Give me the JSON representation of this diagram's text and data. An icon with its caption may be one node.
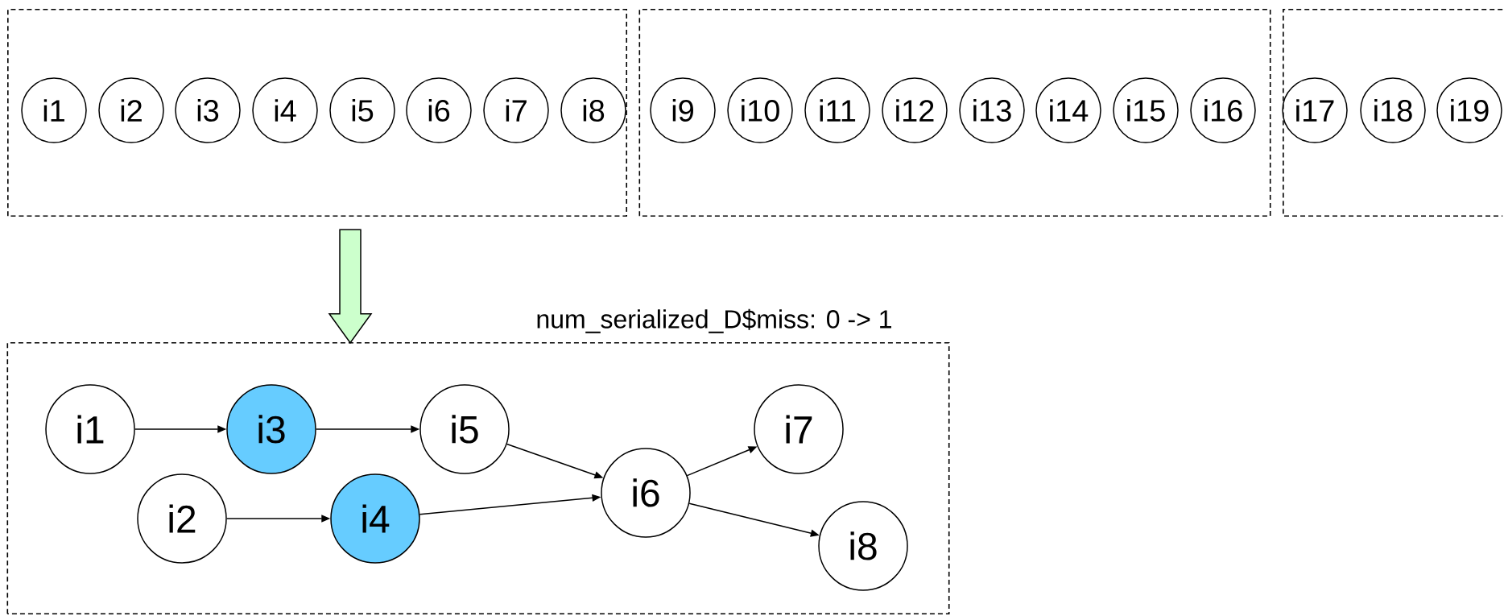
{
  "diagram": {
    "nodes": [
      {
        "text": [],
        "shape": "box"
      },
      {
        "text": [
          "i1"
        ],
        "in": 0
      },
      {
        "text": [
          "i2"
        ],
        "in": 0
      },
      {
        "text": [
          "i3"
        ],
        "in": 0
      },
      {
        "text": [
          "i4"
        ],
        "in": 0
      },
      {
        "text": [
          "i5"
        ],
        "in": 0
      },
      {
        "text": [
          "i6"
        ],
        "in": 0
      },
      {
        "text": [
          "i7"
        ],
        "in": 0
      },
      {
        "text": [
          "i8"
        ],
        "in": 0
      },
      {
        "text": [],
        "shape": "box"
      },
      {
        "text": [
          "i9"
        ],
        "in": 9
      },
      {
        "text": [
          "i10"
        ],
        "in": 9
      },
      {
        "text": [
          "i11"
        ],
        "in": 9
      },
      {
        "text": [
          "i12"
        ],
        "in": 9
      },
      {
        "text": [
          "i13"
        ],
        "in": 9
      },
      {
        "text": [
          "i14"
        ],
        "in": 9
      },
      {
        "text": [
          "i15"
        ],
        "in": 9
      },
      {
        "text": [
          "i16"
        ],
        "in": 9
      },
      {
        "text": [],
        "shape": "box"
      },
      {
        "text": [
          "i17"
        ],
        "in": 18
      },
      {
        "text": [
          "i18"
        ],
        "in": 18
      },
      {
        "text": [
          "i19"
        ],
        "in": 18
      },
      {
        "text": [
          "num_serialized_D$miss: 0 -> 1"
        ]
      },
      {
        "text": [
          "i1"
        ],
        "in": 22
      },
      {
        "text": [
          "i3"
        ],
        "in": 22
      },
      {
        "text": [
          "i5"
        ],
        "in": 22
      },
      {
        "text": [
          "i2"
        ],
        "in": 22
      },
      {
        "text": [
          "i4"
        ],
        "in": 22
      },
      {
        "text": [
          "i6"
        ],
        "in": 22
      },
      {
        "text": [
          "i7"
        ],
        "in": 22
      },
      {
        "text": [
          "i8"
        ],
        "in": 22
      }
    ],
    "edges": [
      {
        "from": 0,
        "to": 22,
        "arrow": "to",
        "style": "thick",
        "color": "#ccffcc"
      },
      {
        "from": 23,
        "to": 24,
        "arrow": "to"
      },
      {
        "from": 24,
        "to": 25,
        "arrow": "to"
      },
      {
        "from": 25,
        "to": 28,
        "arrow": "to"
      },
      {
        "from": 26,
        "to": 27,
        "arrow": "to"
      },
      {
        "from": 27,
        "to": 28,
        "arrow": "to"
      },
      {
        "from": 28,
        "to": 29,
        "arrow": "to"
      },
      {
        "from": 28,
        "to": 30,
        "arrow": "to"
      }
    ]
  }
}
